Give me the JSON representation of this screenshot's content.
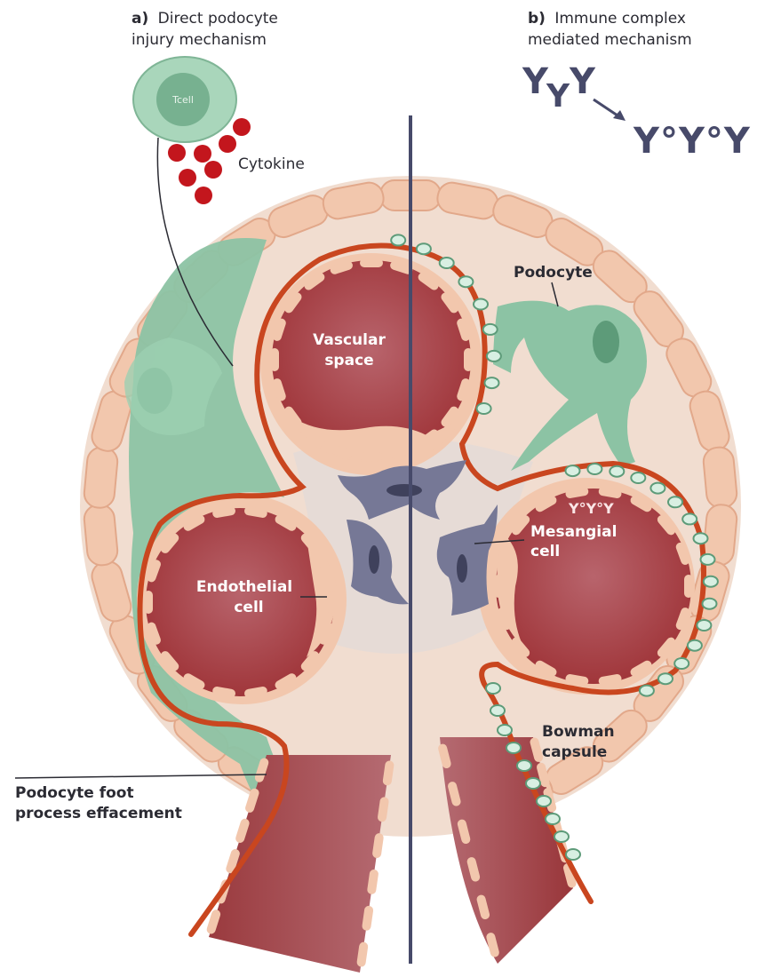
{
  "panel_a": {
    "letter": "a)",
    "title_line1": "Direct podocyte",
    "title_line2": "injury mechanism"
  },
  "panel_b": {
    "letter": "b)",
    "title_line1": "Immune complex",
    "title_line2": "mediated mechanism",
    "antibody_free": "YYY",
    "antibody_complex": "Y°Y°Y",
    "complex_deposit": "Y°Y°Y"
  },
  "labels": {
    "tcell": "Tcell",
    "cytokine": "Cytokine",
    "podocyte": "Podocyte",
    "vascular_space_line1": "Vascular",
    "vascular_space_line2": "space",
    "endothelial_line1": "Endothelial",
    "endothelial_line2": "cell",
    "mesangial_line1": "Mesangial",
    "mesangial_line2": "cell",
    "bowman_line1": "Bowman",
    "bowman_line2": "capsule",
    "effacement_line1": "Podocyte foot",
    "effacement_line2": "process effacement"
  },
  "colors": {
    "capsule_cell": "#f2c7ad",
    "capsule_cell_stroke": "#e2a88a",
    "interior": "#f1ddd0",
    "mesangium": "#e6dbd6",
    "basement_membrane": "#c9461f",
    "vessel": "#a8403f",
    "vessel_light": "#c0707a",
    "podocyte": "#8cc3a4",
    "podocyte_dark": "#5d9b79",
    "mesangial_cell": "#767896",
    "cytokine": "#c3161d",
    "text_dark": "#2b2b33",
    "divider": "#474a6a"
  }
}
